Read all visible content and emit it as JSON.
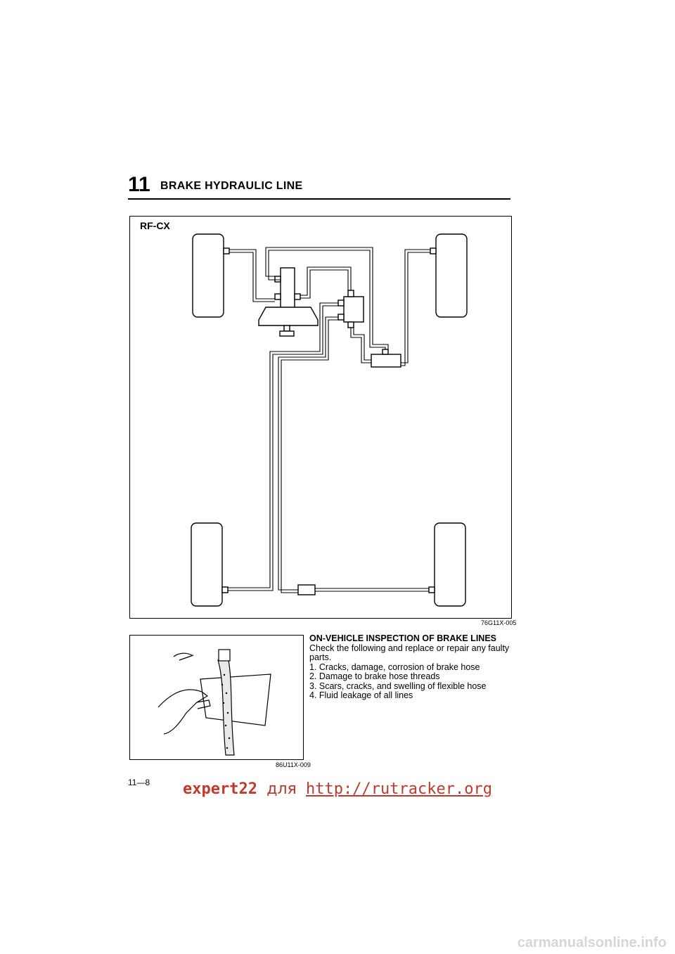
{
  "header": {
    "section_number": "11",
    "section_title": "BRAKE HYDRAULIC LINE"
  },
  "figure1": {
    "variant_label": "RF-CX",
    "code": "76G11X-005"
  },
  "figure2": {
    "code": "86U11X-009"
  },
  "inspection": {
    "title": "ON-VEHICLE INSPECTION OF BRAKE LINES",
    "intro": "Check the following and replace or repair any faulty parts.",
    "items": [
      "1. Cracks, damage, corrosion of brake hose",
      "2. Damage to brake hose threads",
      "3. Scars, cracks, and swelling of flexible hose",
      "4. Fluid leakage of all lines"
    ]
  },
  "page_number": "11—8",
  "watermark": {
    "user": "expert22",
    "middle": "для",
    "link": "http://rutracker.org"
  },
  "footer_site": "carmanualsonline.info"
}
